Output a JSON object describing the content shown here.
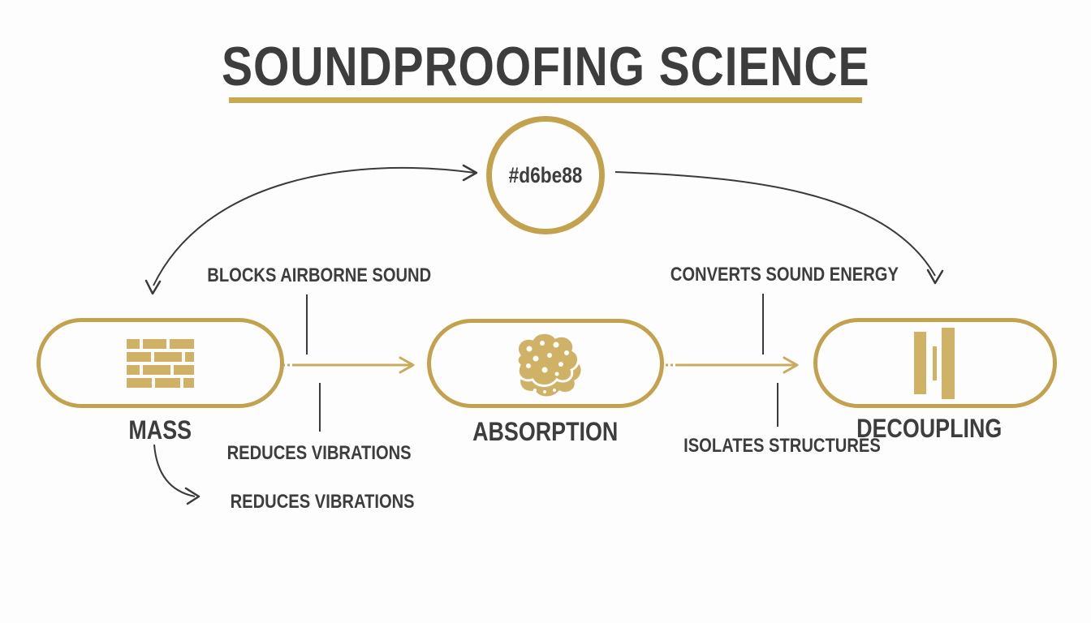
{
  "title": {
    "text": "SOUNDPROOFING SCIENCE"
  },
  "hub": {
    "label": "#d6be88"
  },
  "nodes": {
    "mass": {
      "label": "MASS",
      "icon": "brick-wall-icon"
    },
    "absorption": {
      "label": "ABSORPTION",
      "icon": "sponge-icon"
    },
    "decoupling": {
      "label": "DECOUPLING",
      "icon": "decoupled-walls-icon"
    }
  },
  "annotations": {
    "blocks_airborne": {
      "text": "BLOCKS AIRBORNE SOUND"
    },
    "converts_energy": {
      "text": "CONVERTS SOUND ENERGY"
    },
    "reduces_vibrations_upper": {
      "text": "REDUCES VIBRATIONS"
    },
    "isolates_structures": {
      "text": "ISOLATES STRUCTURES"
    },
    "reduces_vibrations_lower": {
      "text": "REDUCES VIBRATIONS"
    }
  },
  "connections": [
    {
      "from": "mass",
      "to": "hub",
      "style": "curved-double-arrow-dark"
    },
    {
      "from": "hub",
      "to": "decoupling",
      "style": "curved-arrow-dark"
    },
    {
      "from": "mass",
      "to": "absorption",
      "style": "straight-arrow-gold"
    },
    {
      "from": "absorption",
      "to": "decoupling",
      "style": "straight-arrow-gold"
    },
    {
      "from": "mass",
      "to": "reduces_vibrations_lower",
      "style": "curved-arrow-dark"
    }
  ],
  "colors": {
    "gold_border": "#c2a24e",
    "gold_icon": "#d0b266",
    "gold_arrow": "#c9ab5e",
    "gold_underline": "#c9a94e",
    "text_dark": "#3d3d3d",
    "line_dark": "#3a3a3a",
    "background": "#fdfdfd"
  }
}
